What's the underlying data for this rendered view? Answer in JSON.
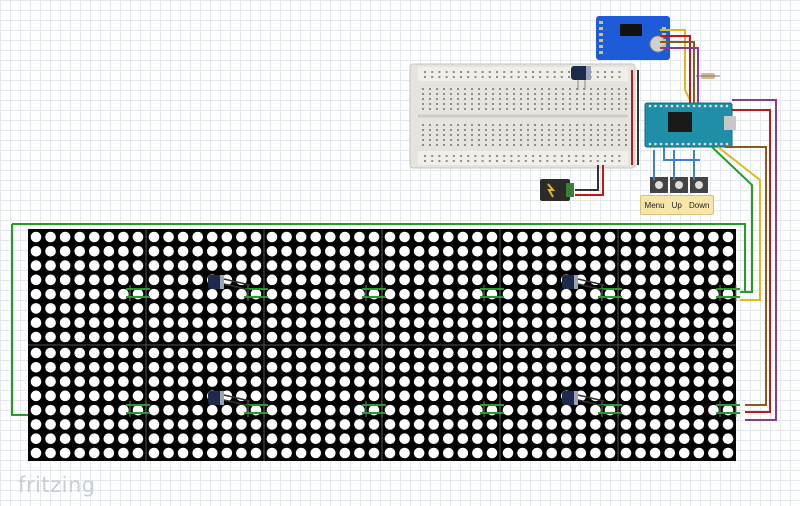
{
  "app": {
    "brand": "fritzing"
  },
  "buttons": [
    {
      "label": "Menu"
    },
    {
      "label": "Up"
    },
    {
      "label": "Down"
    }
  ],
  "matrix": {
    "rows": 2,
    "columns": 6,
    "leds_per_module": 8,
    "board_color": "#000000",
    "led_color": "#ffffff"
  },
  "colors": {
    "wire_green": "#1fa024",
    "wire_red": "#c01818",
    "wire_brown": "#8a5a1c",
    "wire_purple": "#8a3c8c",
    "wire_yellow": "#e4b51c",
    "wire_blue": "#3f7fd0",
    "wire_dark": "#333333",
    "arduino_board": "#1f8fa8",
    "rtc_board": "#1d5bd8",
    "breadboard": "#e6e4de"
  }
}
